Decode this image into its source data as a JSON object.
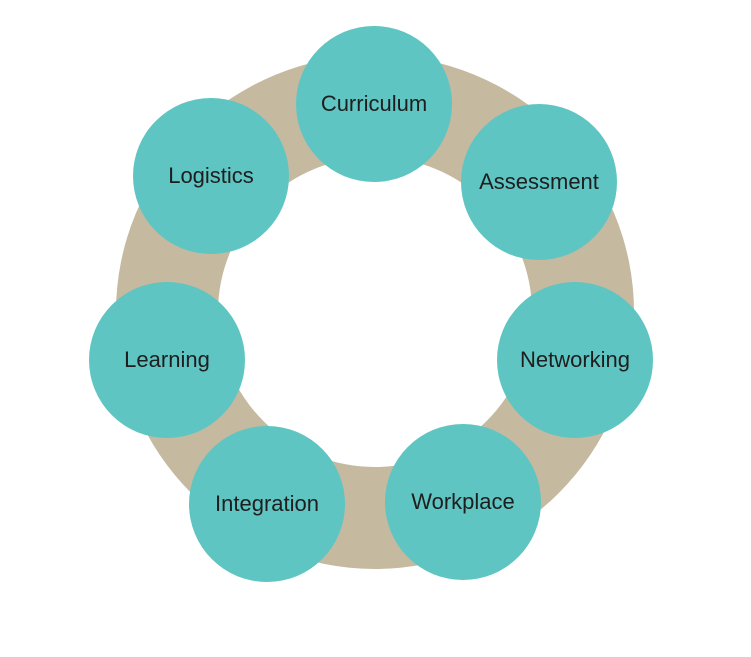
{
  "colors": {
    "ring": "#c5b9a0",
    "node": "#5ec5c2",
    "text": "#1e1e1e"
  },
  "nodes": [
    {
      "label": "Curriculum"
    },
    {
      "label": "Assessment"
    },
    {
      "label": "Networking"
    },
    {
      "label": "Workplace"
    },
    {
      "label": "Integration"
    },
    {
      "label": "Learning"
    },
    {
      "label": "Logistics"
    }
  ]
}
